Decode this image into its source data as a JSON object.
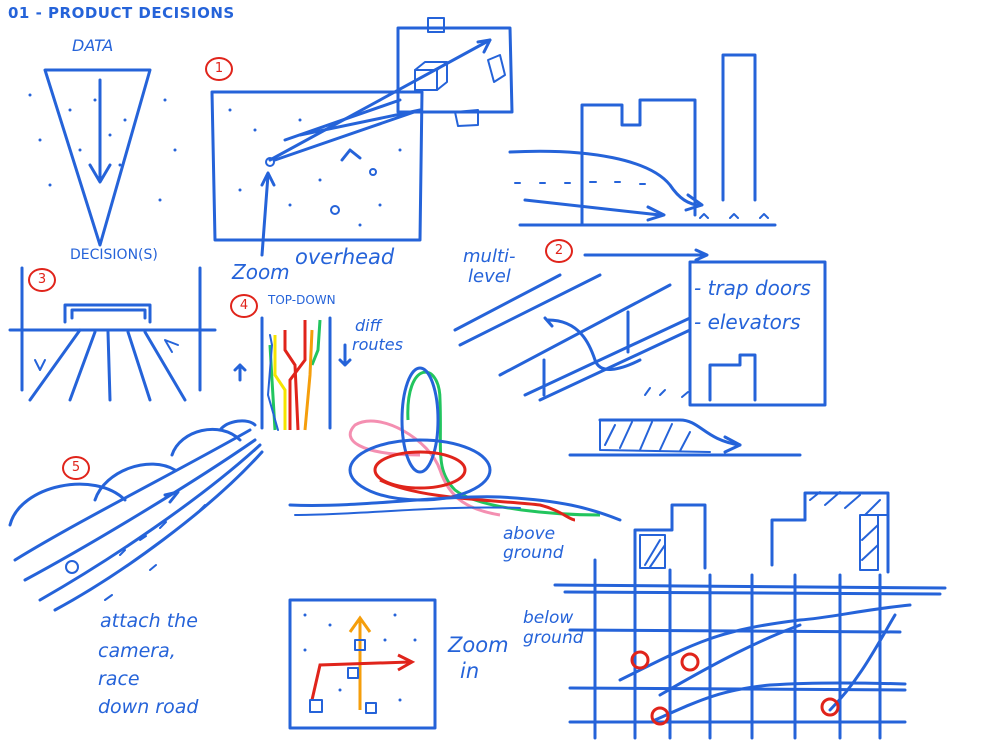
{
  "title": "01 - PRODUCT DECISIONS",
  "labels": {
    "data": "DATA",
    "decisions": "DECISION(S)",
    "zoom": "Zoom",
    "overhead": "overhead",
    "multi": "multi-",
    "level": "level",
    "trap_doors": "- trap doors",
    "elevators": "- elevators",
    "top_down": "TOP-DOWN",
    "diff": "diff",
    "routes": "routes",
    "above": "above",
    "ground": "ground",
    "below": "below",
    "ground2": "ground",
    "attach1": "attach the",
    "attach2": "camera,",
    "attach3": "race",
    "attach4": "down road",
    "zoom_in1": "Zoom",
    "zoom_in2": "in"
  },
  "numbers": {
    "n1": "1",
    "n2": "2",
    "n3": "3",
    "n4": "4",
    "n5": "5"
  },
  "colors": {
    "ink": "#2563d9",
    "red": "#e0241b",
    "green": "#22c55e",
    "pink": "#f48fb1",
    "yellow": "#f5e400",
    "orange": "#f59e0b"
  }
}
